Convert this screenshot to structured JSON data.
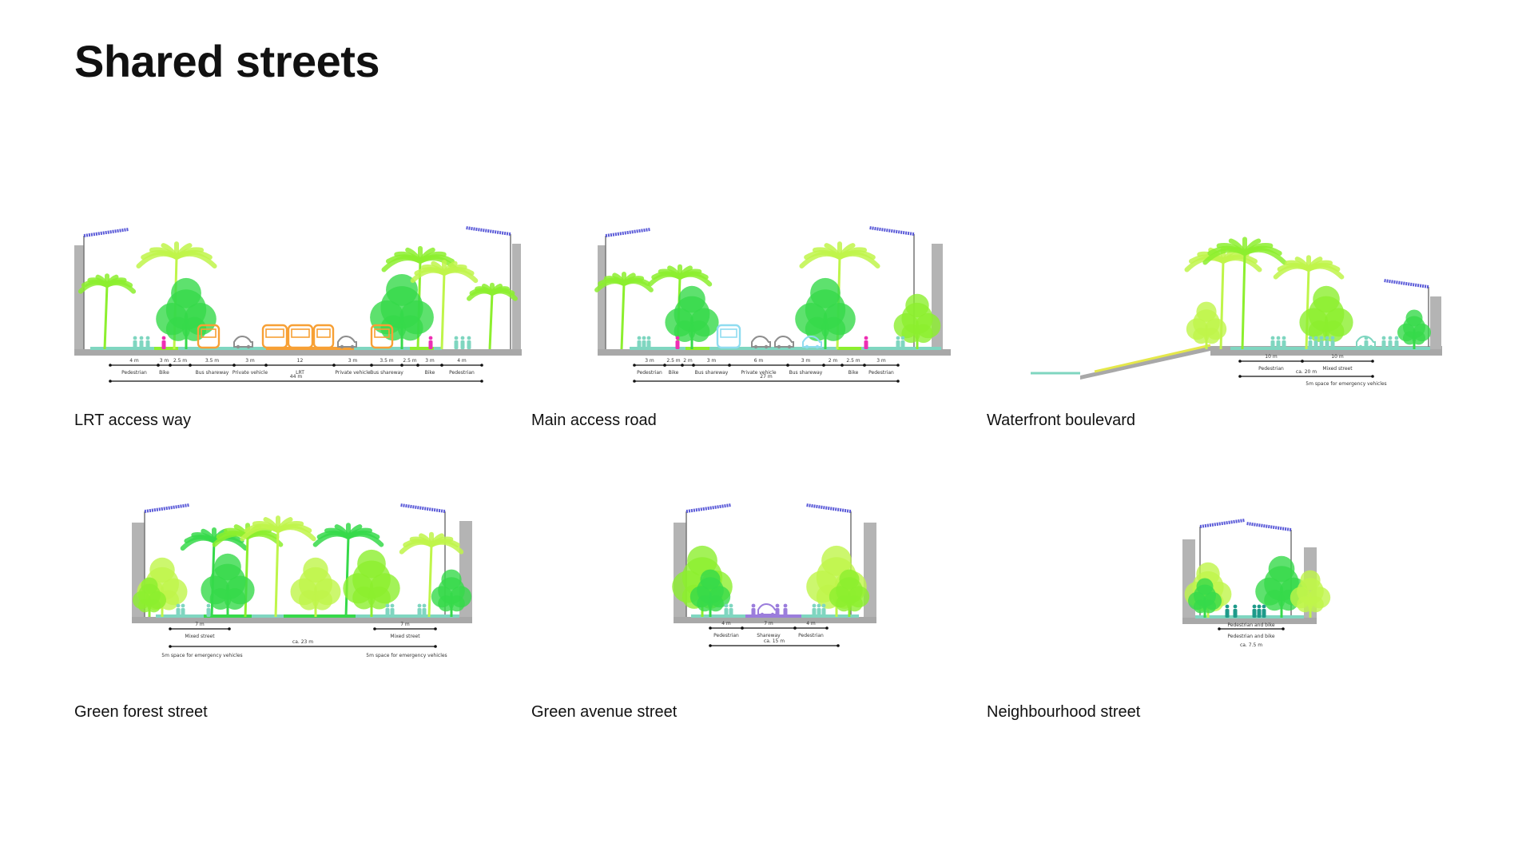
{
  "title": "Shared streets",
  "colors": {
    "wall": "#b4b4b4",
    "ground": "#a8a8a8",
    "pedestrian": "#7fd6c0",
    "bike": "#ee2fb4",
    "bus": "#f7a035",
    "lrt": "#f7a035",
    "private_vehicle": "#8e8e8e",
    "bus_main": "#8fdcf0",
    "shareway": "#9b7ddc",
    "neighbourhood_ped": "#1e9a8a",
    "tree_light": "#bff54a",
    "tree_mid": "#8cef2e",
    "tree_green": "#36d94a",
    "solar": "#5a5ad8"
  },
  "sections": [
    {
      "caption": "LRT access way",
      "dims": [
        {
          "value": "4 m",
          "label": "Pedestrian"
        },
        {
          "value": "3 m",
          "label": "Bike"
        },
        {
          "value": "2.5 m",
          "label": ""
        },
        {
          "value": "3.5 m",
          "label": "Bus shareway"
        },
        {
          "value": "3 m",
          "label": "Private vehicle"
        },
        {
          "value": "12",
          "label": "LRT"
        },
        {
          "value": "3 m",
          "label": "Private vehicle"
        },
        {
          "value": "3.5 m",
          "label": "Bus shareway"
        },
        {
          "value": "2.5 m",
          "label": ""
        },
        {
          "value": "3 m",
          "label": "Bike"
        },
        {
          "value": "4 m",
          "label": "Pedestrian"
        }
      ],
      "total": "44 m",
      "total_note": ""
    },
    {
      "caption": "Main access road",
      "dims": [
        {
          "value": "3 m",
          "label": "Pedestrian"
        },
        {
          "value": "2.5 m",
          "label": "Bike"
        },
        {
          "value": "2 m",
          "label": ""
        },
        {
          "value": "3 m",
          "label": "Bus shareway"
        },
        {
          "value": "6 m",
          "label": "Private vehicle"
        },
        {
          "value": "3 m",
          "label": "Bus shareway"
        },
        {
          "value": "2 m",
          "label": ""
        },
        {
          "value": "2.5 m",
          "label": "Bike"
        },
        {
          "value": "3 m",
          "label": "Pedestrian"
        }
      ],
      "total": "27 m",
      "total_note": ""
    },
    {
      "caption": "Waterfront boulevard",
      "dims": [
        {
          "value": "10 m",
          "label": "Pedestrian"
        },
        {
          "value": "10 m",
          "label": "Mixed street"
        }
      ],
      "total": "ca. 20 m",
      "total_note": "5m space for emergency vehicles"
    },
    {
      "caption": "Green forest street",
      "dims": [
        {
          "value": "7 m",
          "label": "Mixed street"
        },
        {
          "value": "7 m",
          "label": "Mixed street"
        }
      ],
      "total": "ca. 23 m",
      "notes": [
        "5m space for emergency vehicles",
        "5m space for emergency vehicles"
      ]
    },
    {
      "caption": "Green avenue street",
      "dims": [
        {
          "value": "4 m",
          "label": "Pedestrian"
        },
        {
          "value": "7 m",
          "label": "Shareway"
        },
        {
          "value": "4 m",
          "label": "Pedestrian"
        }
      ],
      "total": "ca. 15 m",
      "total_note": ""
    },
    {
      "caption": "Neighbourhood street",
      "dims": [
        {
          "value": "",
          "label": "Pedestrian and bike"
        }
      ],
      "total": "ca. 7.5 m",
      "total_note": ""
    }
  ]
}
